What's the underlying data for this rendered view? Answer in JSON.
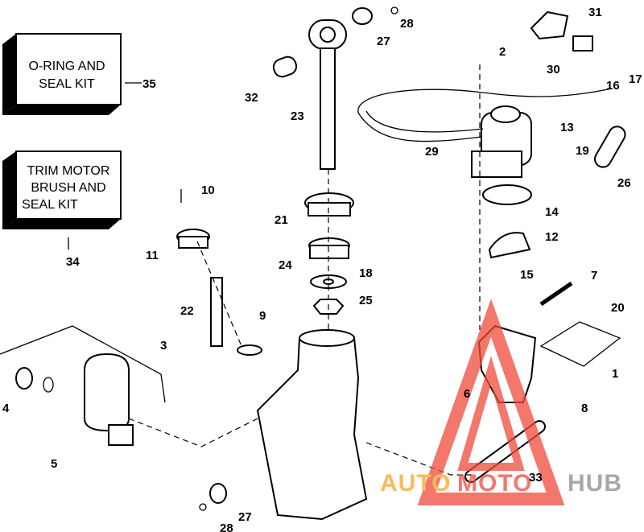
{
  "kits": [
    {
      "lines": [
        "O-RING AND",
        "SEAL KIT"
      ],
      "number": "35"
    },
    {
      "lines": [
        "TRIM MOTOR",
        "BRUSH AND",
        "SEAL KIT"
      ],
      "number": "34"
    }
  ],
  "callouts": [
    "31",
    "28",
    "27",
    "2",
    "30",
    "16",
    "17",
    "32",
    "23",
    "13",
    "19",
    "29",
    "26",
    "10",
    "14",
    "21",
    "12",
    "11",
    "24",
    "18",
    "15",
    "7",
    "25",
    "22",
    "20",
    "9",
    "3",
    "1",
    "6",
    "8",
    "4",
    "5",
    "33",
    "27",
    "28"
  ],
  "watermark": {
    "part1": "AUTO",
    "part2": "MOTO",
    "part3": "HUB",
    "color_orange": "#f5a623",
    "color_red": "#f04a3a",
    "color_gray": "#8a8a8a"
  }
}
